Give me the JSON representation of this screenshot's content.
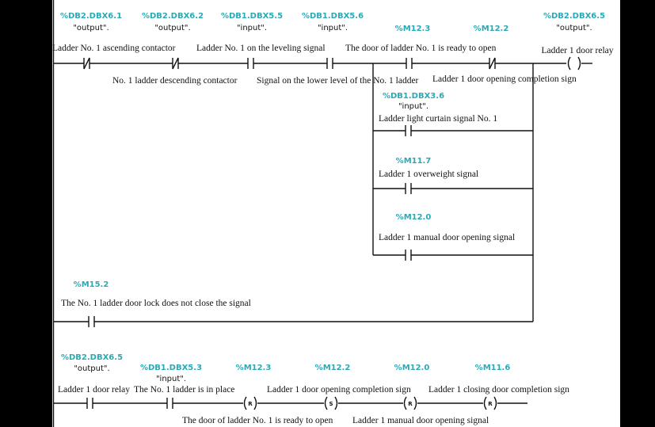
{
  "network1": {
    "contact1": {
      "address": "%DB2.DBX6.1",
      "type": "\"output\".",
      "label": "Ladder No. 1 ascending contactor"
    },
    "contact2": {
      "address": "%DB2.DBX6.2",
      "type": "\"output\".",
      "label": "No. 1 ladder descending contactor"
    },
    "contact3": {
      "address": "%DB1.DBX5.5",
      "type": "\"input\".",
      "label": "Ladder No. 1 on the leveling signal"
    },
    "contact4": {
      "address": "%DB1.DBX5.6",
      "type": "\"input\".",
      "label": "Signal on the lower level of the No. 1 ladder"
    },
    "contact5": {
      "address": "%M12.3",
      "label": "The door of ladder No. 1 is ready to open"
    },
    "contact6": {
      "address": "%M12.2",
      "label": "Ladder 1 door opening completion sign"
    },
    "coil": {
      "address": "%DB2.DBX6.5",
      "type": "\"output\".",
      "label": "Ladder 1 door relay"
    },
    "branch1": {
      "address": "%DB1.DBX3.6",
      "type": "\"input\".",
      "label": "Ladder light curtain signal No. 1"
    },
    "branch2": {
      "address": "%M11.7",
      "label": "Ladder 1 overweight signal"
    },
    "branch3": {
      "address": "%M12.0",
      "label": "Ladder 1 manual door opening signal"
    },
    "branch4": {
      "address": "%M15.2",
      "label": "The No. 1 ladder door lock does not close the signal"
    }
  },
  "network2": {
    "contact1": {
      "address": "%DB2.DBX6.5",
      "type": "\"output\".",
      "label": "Ladder 1 door relay"
    },
    "contact2": {
      "address": "%DB1.DBX5.3",
      "type": "\"input\".",
      "label": "The No. 1 ladder is in place"
    },
    "coil1": {
      "address": "%M12.3",
      "letter": "R",
      "label": "The door of ladder No. 1 is ready to open"
    },
    "coil2": {
      "address": "%M12.2",
      "letter": "S",
      "label": "Ladder 1 door opening completion sign"
    },
    "coil3": {
      "address": "%M12.0",
      "letter": "R",
      "label": "Ladder 1 manual door opening signal"
    },
    "coil4": {
      "address": "%M11.6",
      "letter": "R",
      "label": "Ladder 1 closing door completion sign"
    }
  }
}
